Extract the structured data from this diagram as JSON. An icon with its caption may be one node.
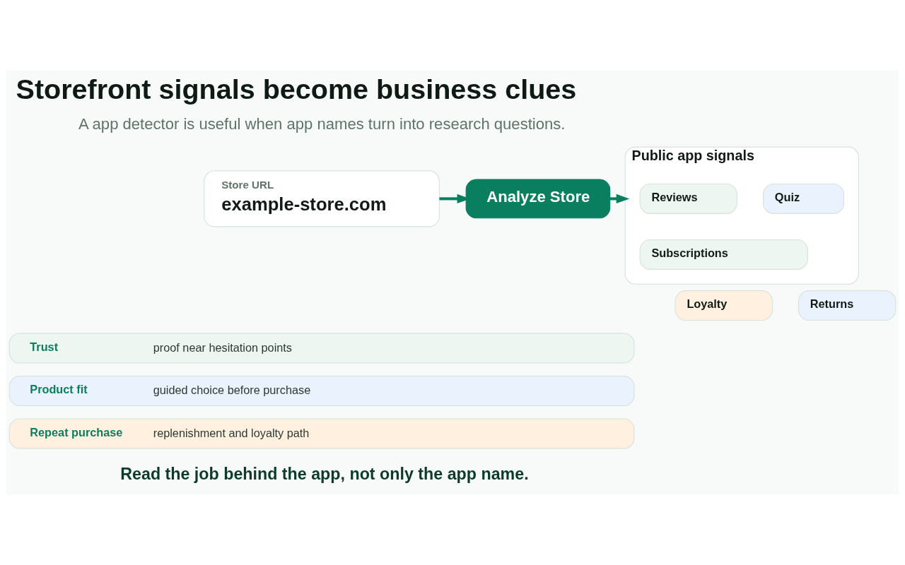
{
  "diagram": {
    "title": "Storefront signals become business clues",
    "caption": "Read the job behind the app, not only the app name.",
    "nodes": [
      {
        "text": [
          "Store URL",
          "example-store.com"
        ]
      },
      {
        "text": [
          "Analyze Store"
        ]
      },
      {
        "text": [
          "Public app signals"
        ]
      },
      {
        "text": [
          "Reviews"
        ],
        "in": 2
      },
      {
        "text": [
          "Quiz"
        ],
        "in": 2
      },
      {
        "text": [
          "Subscriptions"
        ],
        "in": 2
      },
      {
        "text": [
          "Loyalty"
        ]
      },
      {
        "text": [
          "Returns"
        ]
      },
      {
        "text": [
          "Trust",
          "proof near hesitation points"
        ]
      },
      {
        "text": [
          "Product fit",
          "guided choice before purchase"
        ]
      },
      {
        "text": [
          "Repeat purchase",
          "replenishment and loyalty path"
        ]
      }
    ],
    "edges": [
      {
        "from": 0,
        "to": 1,
        "arrow": "to"
      },
      {
        "from": 1,
        "to": 2,
        "arrow": "to"
      }
    ],
    "labels": [
      "A app detector is useful when app names turn into research questions."
    ]
  }
}
